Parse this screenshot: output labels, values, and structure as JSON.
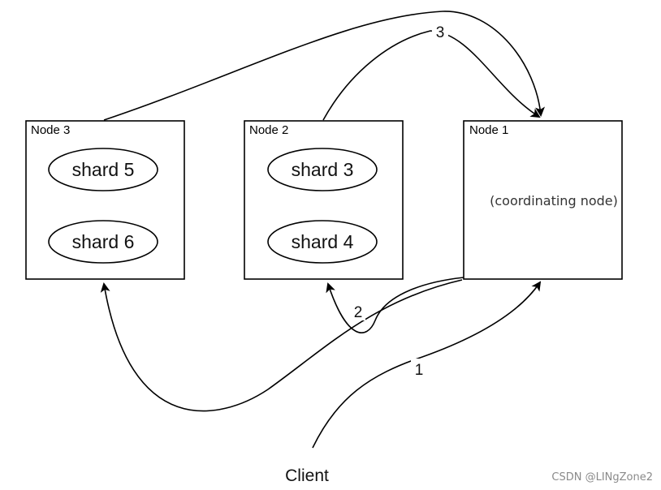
{
  "nodes": [
    {
      "title": "Node 3",
      "shards": [
        "shard 5",
        "shard 6"
      ]
    },
    {
      "title": "Node 2",
      "shards": [
        "shard 3",
        "shard 4"
      ]
    },
    {
      "title": "Node 1",
      "subtitle": "(coordinating node)"
    }
  ],
  "steps": {
    "one": "1",
    "two": "2",
    "three": "3"
  },
  "client": "Client",
  "watermark": "CSDN @LINgZone2",
  "colors": {
    "stroke": "#000000",
    "background": "#ffffff",
    "watermark": "#8a8a8a"
  }
}
